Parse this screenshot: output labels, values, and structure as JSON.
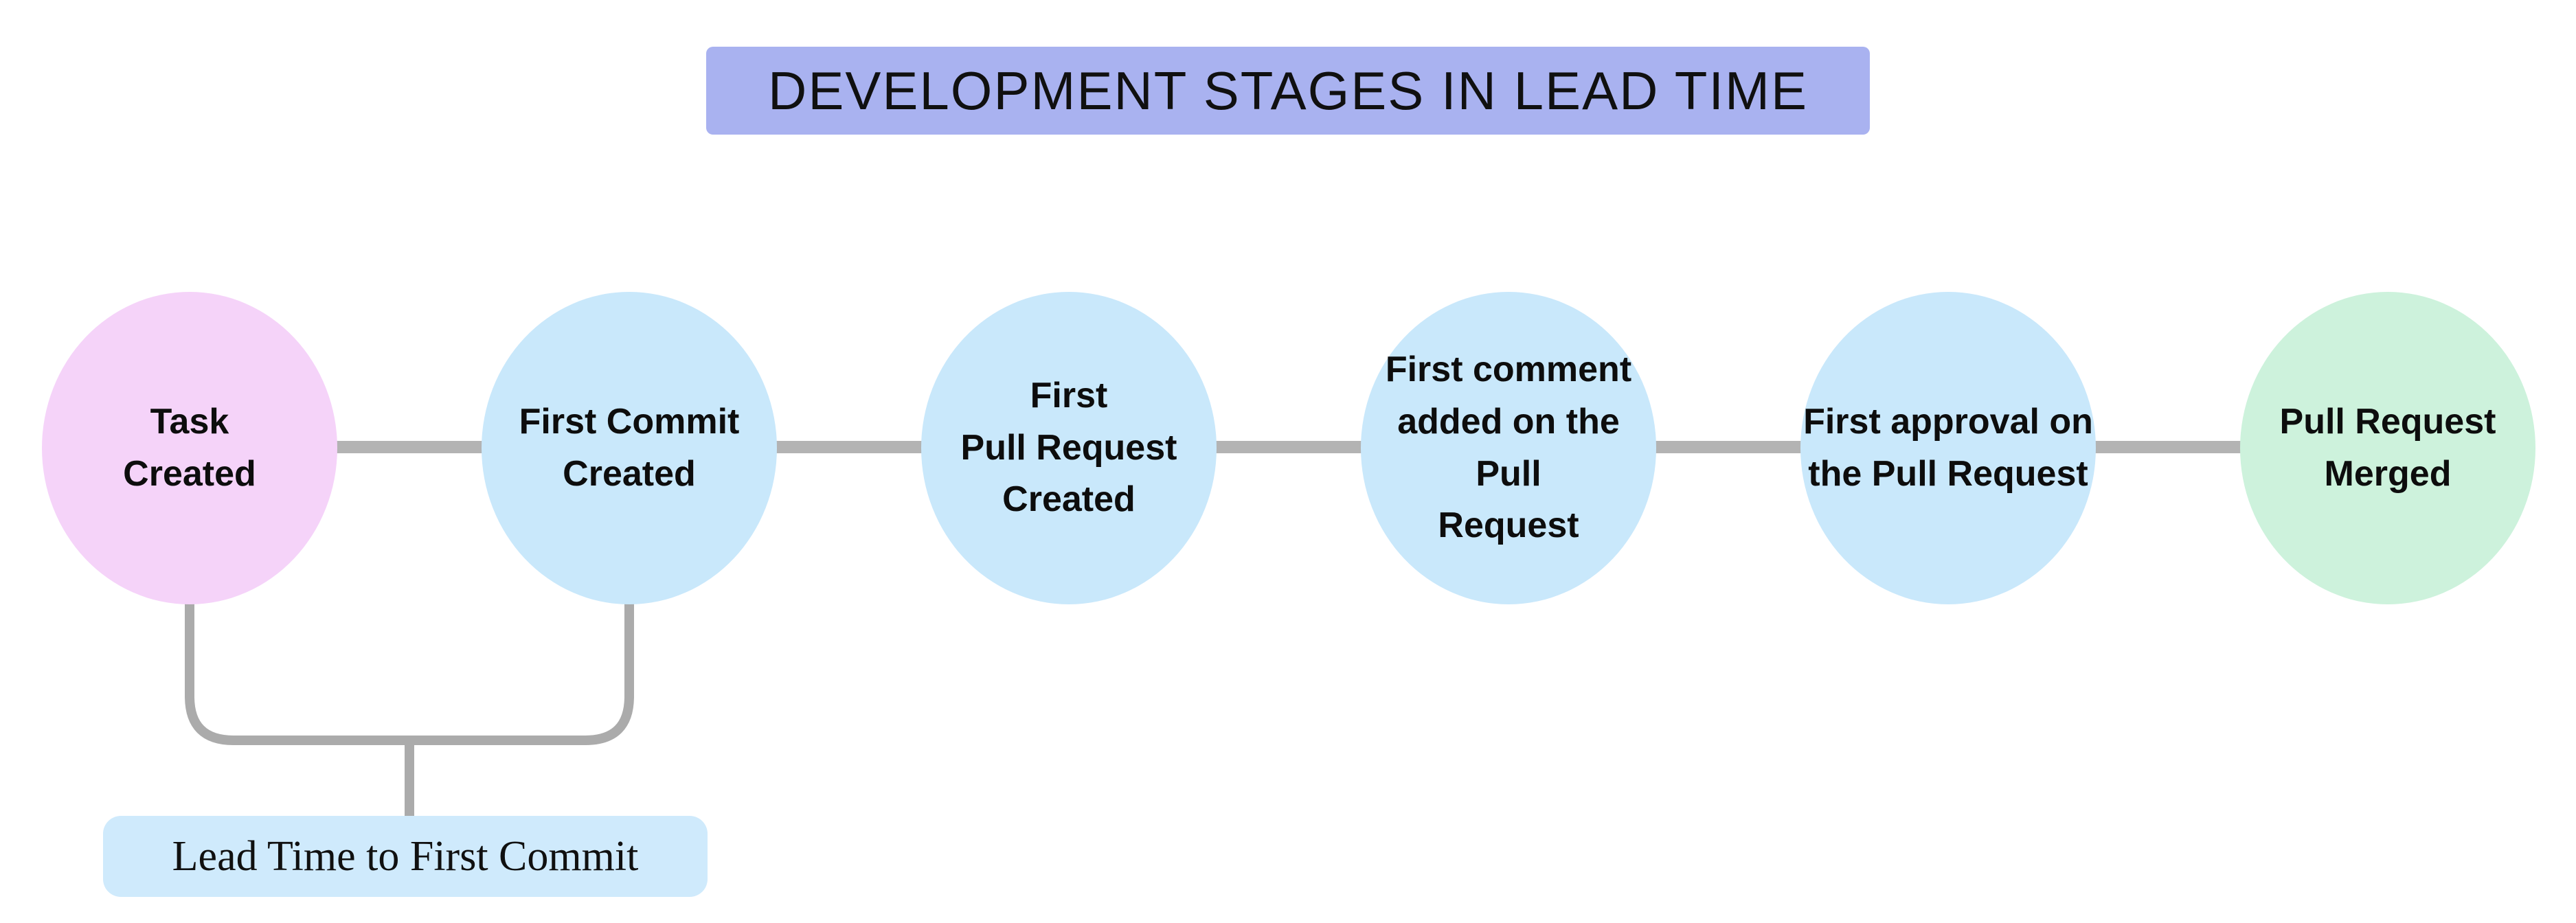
{
  "title": {
    "text": "DEVELOPMENT STAGES IN LEAD TIME",
    "bg_color": "#a9b2f0"
  },
  "stages": [
    {
      "label": "Task\nCreated",
      "color": "#f5d3f9"
    },
    {
      "label": "First Commit\nCreated",
      "color": "#c9e8fb"
    },
    {
      "label": "First\nPull Request\nCreated",
      "color": "#c9e8fb"
    },
    {
      "label": "First comment\nadded on the Pull\nRequest",
      "color": "#c9e8fb"
    },
    {
      "label": "First approval on\nthe Pull Request",
      "color": "#c9e8fb"
    },
    {
      "label": "Pull Request\nMerged",
      "color": "#cdf2dc"
    }
  ],
  "annotation": {
    "text": "Lead Time to First Commit",
    "bg_color": "#cfeafc"
  },
  "connector_color": "#b3b3b3",
  "bracket_color": "#ababab"
}
